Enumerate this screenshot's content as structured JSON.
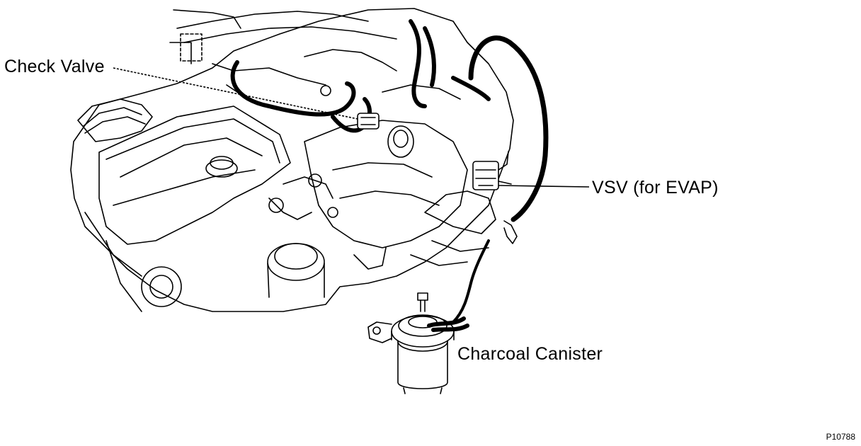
{
  "labels": {
    "check_valve": "Check Valve",
    "vsv": "VSV (for EVAP)",
    "charcoal_canister": "Charcoal Canister"
  },
  "figure_code": "P10788",
  "colors": {
    "ink": "#000000",
    "background": "#ffffff"
  }
}
